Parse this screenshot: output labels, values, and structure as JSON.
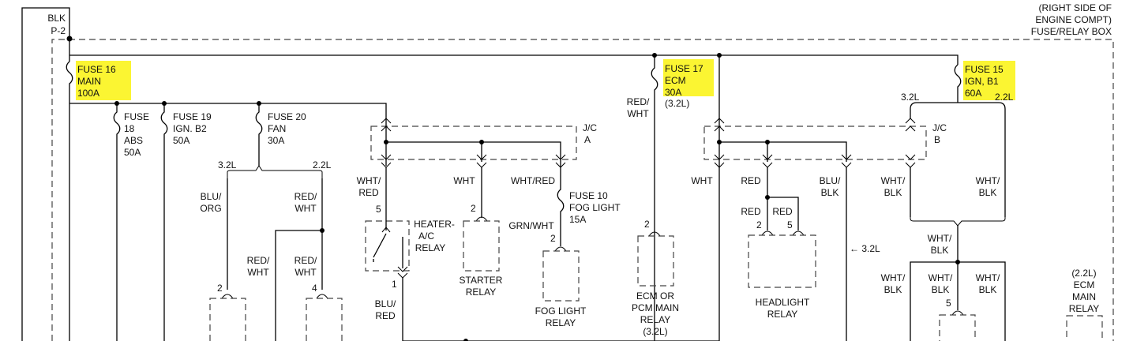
{
  "box_caption": [
    "(RIGHT SIDE OF",
    "ENGINE COMPT)",
    "FUSE/RELAY BOX"
  ],
  "source": {
    "color": "BLK",
    "connector": "P-2"
  },
  "fuses": {
    "f16": [
      "FUSE 16",
      "MAIN",
      "100A"
    ],
    "f17": [
      "FUSE 17",
      "ECM",
      "30A"
    ],
    "f17_note": "(3.2L)",
    "f15": [
      "FUSE 15",
      "IGN, B1",
      "60A"
    ],
    "f18": [
      "FUSE",
      "18",
      "ABS",
      "50A"
    ],
    "f19": [
      "FUSE 19",
      "IGN. B2",
      "50A"
    ],
    "f20": [
      "FUSE 20",
      "FAN",
      "30A"
    ],
    "f10": [
      "FUSE 10",
      "FOG LIGHT",
      "15A"
    ]
  },
  "jc": {
    "a": [
      "J/C",
      "A"
    ],
    "b": [
      "J/C",
      "B"
    ]
  },
  "engine": {
    "v32": "3.2L",
    "v22": "2.2L",
    "arrow_32": "← 3.2L"
  },
  "wires": {
    "blu_org": [
      "BLU/",
      "ORG"
    ],
    "red_wht": [
      "RED/",
      "WHT"
    ],
    "wht_red": [
      "WHT/",
      "RED"
    ],
    "wht": "WHT",
    "wht_red_inline": "WHT/RED",
    "grn_wht": "GRN/WHT",
    "blu_red": [
      "BLU/",
      "RED"
    ],
    "red": "RED",
    "blu_blk": [
      "BLU/",
      "BLK"
    ],
    "wht_blk": [
      "WHT/",
      "BLK"
    ]
  },
  "pins": {
    "p1": "1",
    "p2": "2",
    "p4": "4",
    "p5": "5"
  },
  "components": {
    "heater": [
      "HEATER-",
      "A/C",
      "RELAY"
    ],
    "starter": [
      "STARTER",
      "RELAY"
    ],
    "fog": [
      "FOG LIGHT",
      "RELAY"
    ],
    "ecm": [
      "ECM OR",
      "PCM MAIN",
      "RELAY",
      "(3.2L)"
    ],
    "headlight": [
      "HEADLIGHT",
      "RELAY"
    ],
    "ecm22": [
      "(2.2L)",
      "ECM",
      "MAIN",
      "RELAY"
    ]
  }
}
